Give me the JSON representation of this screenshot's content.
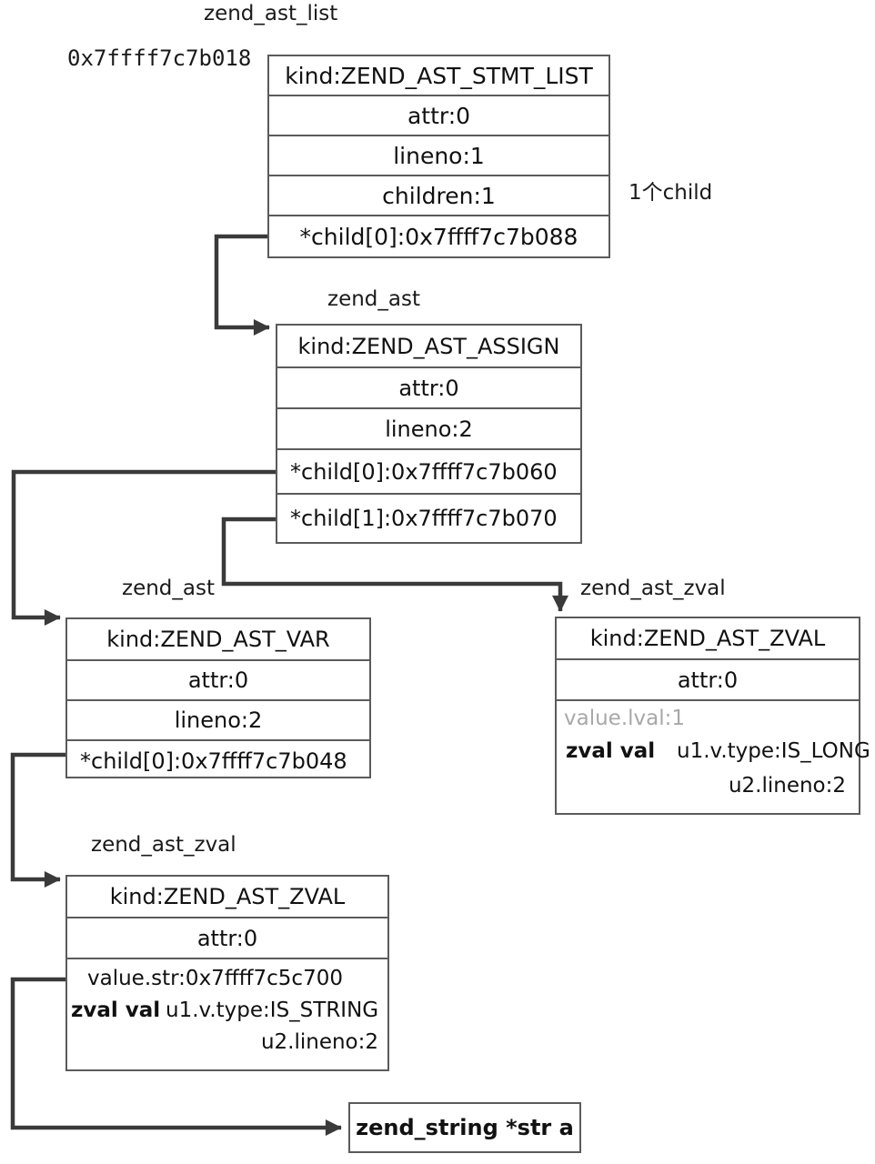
{
  "diagram": {
    "title_hint": "PHP zend AST node graph",
    "colors": {
      "border": "#5b5b5b",
      "text": "#111111",
      "muted_text": "#a8a8a8",
      "wire": "#3a3a3a",
      "background": "#ffffff"
    }
  },
  "labels": {
    "zend_ast_list": "zend_ast_list",
    "zend_ast_assign": "zend_ast",
    "zend_ast_var": "zend_ast",
    "zend_ast_zval_long": "zend_ast_zval",
    "zend_ast_zval_string": "zend_ast_zval"
  },
  "address": {
    "root": "0x7ffff7c7b018"
  },
  "annotations": {
    "one_child": "1个child"
  },
  "nodes": {
    "stmt_list": {
      "struct": "zend_ast_list",
      "rows": [
        "kind:ZEND_AST_STMT_LIST",
        "attr:0",
        "lineno:1",
        "children:1",
        "*child[0]:0x7ffff7c7b088"
      ]
    },
    "assign": {
      "struct": "zend_ast",
      "rows": [
        "kind:ZEND_AST_ASSIGN",
        "attr:0",
        "lineno:2",
        "*child[0]:0x7ffff7c7b060",
        "*child[1]:0x7ffff7c7b070"
      ]
    },
    "var": {
      "struct": "zend_ast",
      "rows": [
        "kind:ZEND_AST_VAR",
        "attr:0",
        "lineno:2",
        "*child[0]:0x7ffff7c7b048"
      ]
    },
    "zval_long": {
      "struct": "zend_ast_zval",
      "rows": [
        "kind:ZEND_AST_ZVAL",
        "attr:0"
      ],
      "zval": {
        "label": "zval val",
        "line1": "value.lval:1",
        "line2": "u1.v.type:IS_LONG",
        "line3": "u2.lineno:2"
      }
    },
    "zval_string": {
      "struct": "zend_ast_zval",
      "rows": [
        "kind:ZEND_AST_ZVAL",
        "attr:0"
      ],
      "zval": {
        "label": "zval val",
        "line1": "value.str:0x7ffff7c5c700",
        "line2": "u1.v.type:IS_STRING",
        "line3": "u2.lineno:2"
      }
    },
    "zend_string": {
      "rows": [
        "zend_string *str a"
      ]
    }
  }
}
